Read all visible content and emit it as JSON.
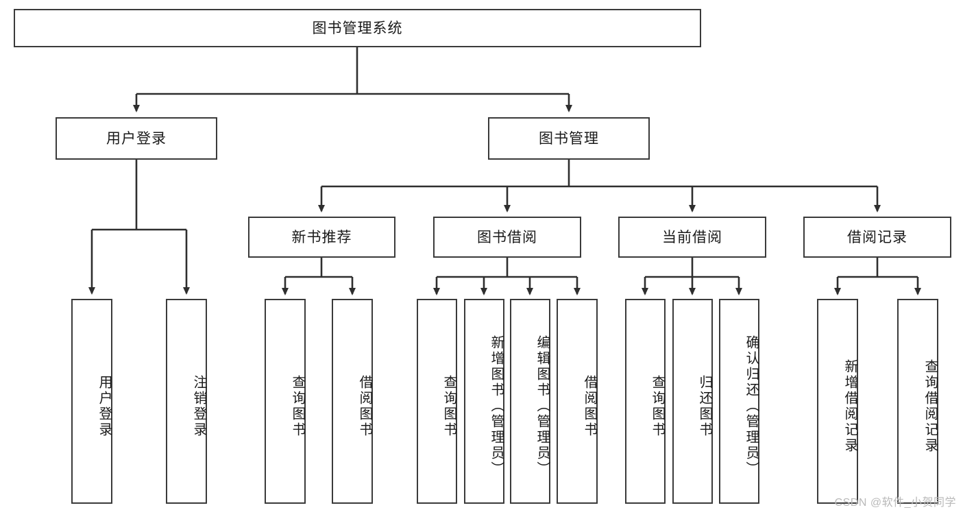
{
  "diagram": {
    "title": "图书管理系统",
    "type": "tree-hierarchy-chart",
    "root": {
      "label": "图书管理系统"
    },
    "level2": [
      {
        "label": "用户登录"
      },
      {
        "label": "图书管理"
      }
    ],
    "level3": [
      {
        "label": "新书推荐"
      },
      {
        "label": "图书借阅"
      },
      {
        "label": "当前借阅"
      },
      {
        "label": "借阅记录"
      }
    ],
    "leaves": [
      {
        "label": "用户登录"
      },
      {
        "label": "注销登录"
      },
      {
        "label": "查询图书"
      },
      {
        "label": "借阅图书"
      },
      {
        "label": "查询图书"
      },
      {
        "label": "新增图书（管理员）"
      },
      {
        "label": "编辑图书（管理员）"
      },
      {
        "label": "借阅图书"
      },
      {
        "label": "查询图书"
      },
      {
        "label": "归还图书"
      },
      {
        "label": "确认归还（管理员）"
      },
      {
        "label": "新增借阅记录"
      },
      {
        "label": "查询借阅记录"
      }
    ]
  },
  "watermark": {
    "text": "CSDN @软件_小贺同学"
  },
  "colors": {
    "stroke": "#3a3a3a",
    "background": "#ffffff",
    "text": "#1a1a1a",
    "watermark": "#b9b9b9"
  }
}
